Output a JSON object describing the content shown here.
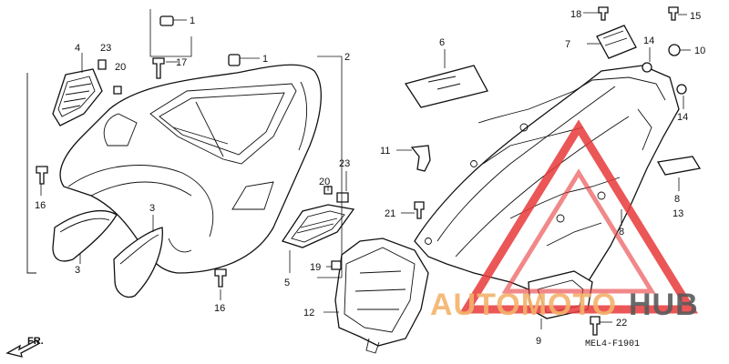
{
  "diagram_code": "MEL4-F1901",
  "front_marker": "FR.",
  "watermark": {
    "text_a": "AUTOMOTO",
    "text_b": "HUB",
    "color_a": "#f3b36b",
    "color_b": "#5a5a5a",
    "triangle_color": "#e8393a"
  },
  "callouts": {
    "c1a": "1",
    "c1b": "1",
    "c2": "2",
    "c3a": "3",
    "c3b": "3",
    "c4": "4",
    "c5": "5",
    "c6": "6",
    "c7": "7",
    "c8": "8",
    "c8b": "8",
    "c9": "9",
    "c10": "10",
    "c11": "11",
    "c12": "12",
    "c13": "13",
    "c14a": "14",
    "c14b": "14",
    "c15": "15",
    "c16a": "16",
    "c16b": "16",
    "c17": "17",
    "c18": "18",
    "c19": "19",
    "c20a": "20",
    "c20b": "20",
    "c21": "21",
    "c22": "22",
    "c23a": "23",
    "c23b": "23"
  }
}
